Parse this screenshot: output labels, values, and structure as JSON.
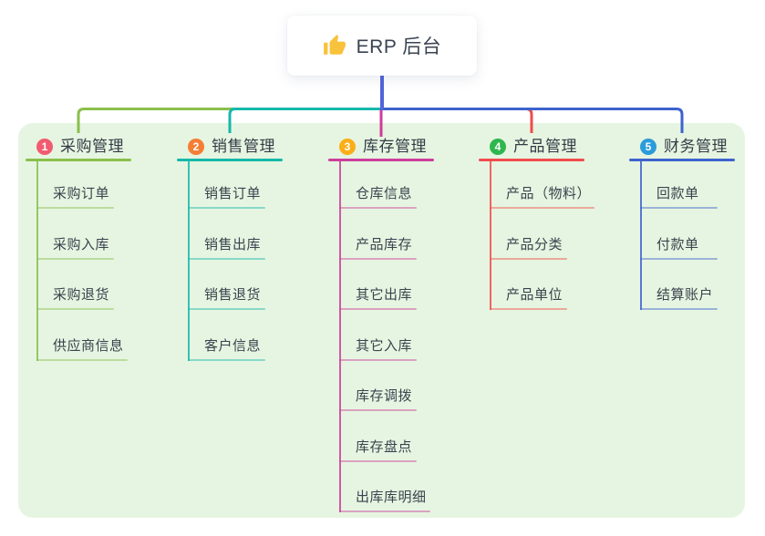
{
  "root": {
    "title": "ERP 后台",
    "icon": "thumbs-up-icon"
  },
  "colors": {
    "page_background": "#ffffff",
    "board_background": "#e6f5e1",
    "root_card_background": "#ffffff",
    "root_connector": "#5164d8",
    "title_text": "#333b46",
    "child_text": "#3a434e",
    "root_text": "#3a4350",
    "badge_text": "#ffffff",
    "thumb_icon": "#f9c23c"
  },
  "branches": [
    {
      "number": "1",
      "label": "采购管理",
      "badge_color": "#f15b70",
      "line_color": "#8abf4c",
      "children": [
        "采购订单",
        "采购入库",
        "采购退货",
        "供应商信息"
      ]
    },
    {
      "number": "2",
      "label": "销售管理",
      "badge_color": "#f57e35",
      "line_color": "#16b8aa",
      "children": [
        "销售订单",
        "销售出库",
        "销售退货",
        "客户信息"
      ]
    },
    {
      "number": "3",
      "label": "库存管理",
      "badge_color": "#fbae17",
      "line_color": "#cd3d9c",
      "children": [
        "仓库信息",
        "产品库存",
        "其它出库",
        "其它入库",
        "库存调拨",
        "库存盘点",
        "出库库明细"
      ]
    },
    {
      "number": "4",
      "label": "产品管理",
      "badge_color": "#2eb74e",
      "line_color": "#f14c4c",
      "children": [
        "产品（物料）",
        "产品分类",
        "产品单位"
      ]
    },
    {
      "number": "5",
      "label": "财务管理",
      "badge_color": "#2b9cdb",
      "line_color": "#3d63ce",
      "children": [
        "回款单",
        "付款单",
        "结算账户"
      ]
    }
  ]
}
